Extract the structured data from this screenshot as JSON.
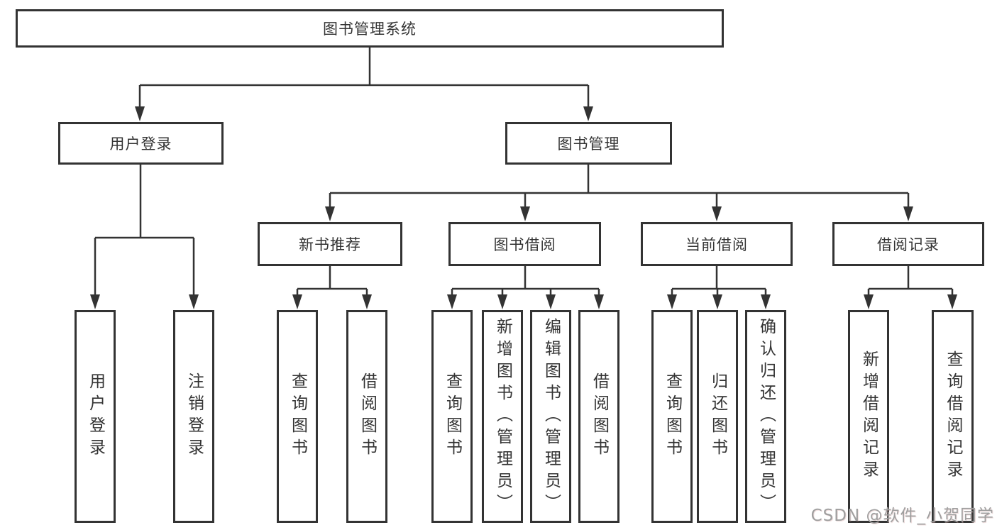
{
  "tree": {
    "label": "图书管理系统",
    "children": [
      {
        "label": "用户登录",
        "children": [
          {
            "label": "用户登录"
          },
          {
            "label": "注销登录"
          }
        ]
      },
      {
        "label": "图书管理",
        "children": [
          {
            "label": "新书推荐",
            "children": [
              {
                "label": "查询图书"
              },
              {
                "label": "借阅图书"
              }
            ]
          },
          {
            "label": "图书借阅",
            "children": [
              {
                "label": "查询图书"
              },
              {
                "label": "新增图书（管理员）"
              },
              {
                "label": "编辑图书（管理员）"
              },
              {
                "label": "借阅图书"
              }
            ]
          },
          {
            "label": "当前借阅",
            "children": [
              {
                "label": "查询图书"
              },
              {
                "label": "归还图书"
              },
              {
                "label": "确认归还（管理员）"
              }
            ]
          },
          {
            "label": "借阅记录",
            "children": [
              {
                "label": "新增借阅记录"
              },
              {
                "label": "查询借阅记录"
              }
            ]
          }
        ]
      }
    ]
  },
  "watermark": {
    "text": "CSDN @软件_小贺同学"
  },
  "colors": {
    "line": "#333333",
    "text": "#333333",
    "watermark": "#9f9f9f",
    "background": "#ffffff"
  }
}
